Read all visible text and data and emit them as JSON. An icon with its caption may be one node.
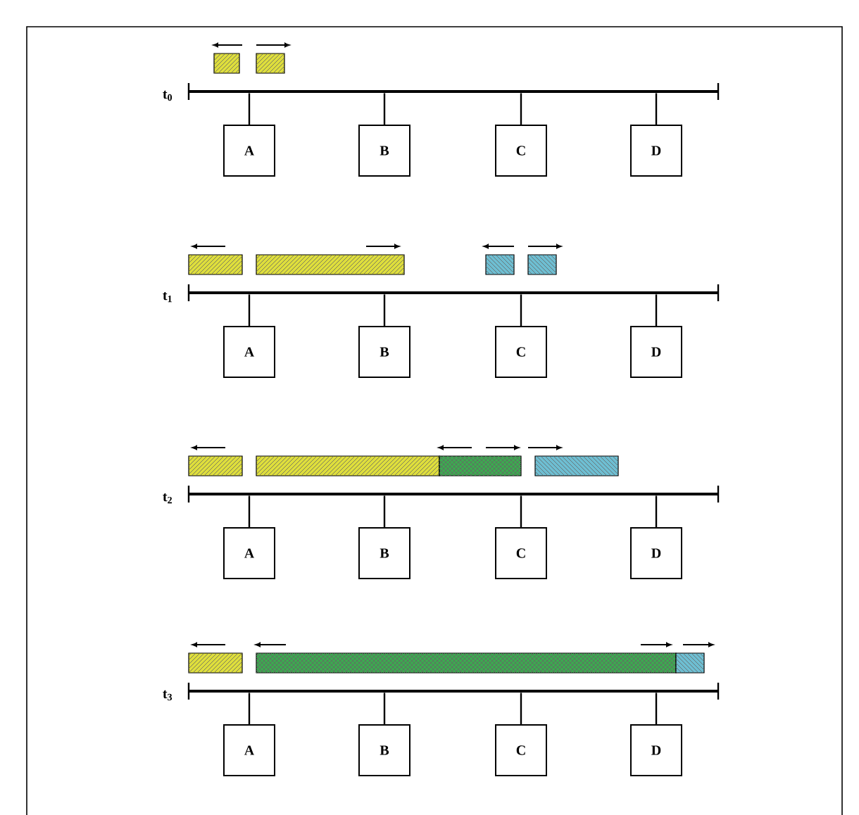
{
  "diagram": {
    "nodes": [
      {
        "text": [],
        "shape": "bar"
      },
      {
        "text": [
          "A"
        ]
      },
      {
        "text": [
          "B"
        ]
      },
      {
        "text": [
          "C"
        ]
      },
      {
        "text": [
          "D"
        ]
      },
      {
        "text": [],
        "shape": "bar"
      },
      {
        "text": [
          "A"
        ]
      },
      {
        "text": [
          "B"
        ]
      },
      {
        "text": [
          "C"
        ]
      },
      {
        "text": [
          "D"
        ]
      },
      {
        "text": [],
        "shape": "bar"
      },
      {
        "text": [
          "A"
        ]
      },
      {
        "text": [
          "B"
        ]
      },
      {
        "text": [
          "C"
        ]
      },
      {
        "text": [
          "D"
        ]
      },
      {
        "text": [],
        "shape": "bar"
      },
      {
        "text": [
          "A"
        ]
      },
      {
        "text": [
          "B"
        ]
      },
      {
        "text": [
          "C"
        ]
      },
      {
        "text": [
          "D"
        ]
      }
    ],
    "edges": [
      {
        "from": 1,
        "to": 0,
        "arrow": "none"
      },
      {
        "from": 2,
        "to": 0,
        "arrow": "none"
      },
      {
        "from": 3,
        "to": 0,
        "arrow": "none"
      },
      {
        "from": 4,
        "to": 0,
        "arrow": "none"
      },
      {
        "from": 6,
        "to": 5,
        "arrow": "none"
      },
      {
        "from": 7,
        "to": 5,
        "arrow": "none"
      },
      {
        "from": 8,
        "to": 5,
        "arrow": "none"
      },
      {
        "from": 9,
        "to": 5,
        "arrow": "none"
      },
      {
        "from": 11,
        "to": 10,
        "arrow": "none"
      },
      {
        "from": 12,
        "to": 10,
        "arrow": "none"
      },
      {
        "from": 13,
        "to": 10,
        "arrow": "none"
      },
      {
        "from": 14,
        "to": 10,
        "arrow": "none"
      },
      {
        "from": 16,
        "to": 15,
        "arrow": "none"
      },
      {
        "from": 17,
        "to": 15,
        "arrow": "none"
      },
      {
        "from": 18,
        "to": 15,
        "arrow": "none"
      },
      {
        "from": 19,
        "to": 15,
        "arrow": "none"
      }
    ],
    "labels": [
      "t$_{0}$",
      "t$_{1}$",
      "t$_{2}$",
      "t$_{3}$"
    ]
  }
}
